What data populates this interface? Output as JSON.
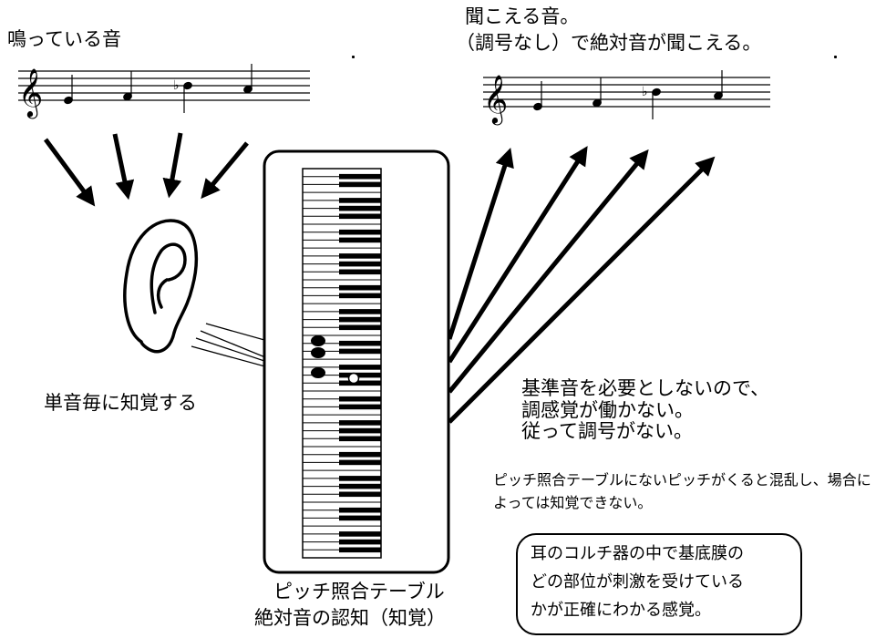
{
  "labels": {
    "sounding": "鳴っている音",
    "heard_line1": "聞こえる音。",
    "heard_line2": "（調号なし）で絶対音が聞こえる。",
    "each_note": "単音毎に知覚する",
    "base_note_lines": [
      "基準音を必要としないので、",
      "調感覚が働かない。",
      "従って調号がない。"
    ],
    "confusion": "ピッチ照合テーブルにないピッチがくると混乱し、場合によっては知覚できない。",
    "table_label": "ピッチ照合テーブル",
    "absolute_label": "絶対音の認知（知覚）",
    "callout_lines": [
      "耳のコルチ器の中で基底膜の",
      "どの部位が刺激を受けている",
      "かが正確にわかる感覚。"
    ]
  },
  "staff_symbols": {
    "clef": "𝄞",
    "flat": "♭"
  }
}
